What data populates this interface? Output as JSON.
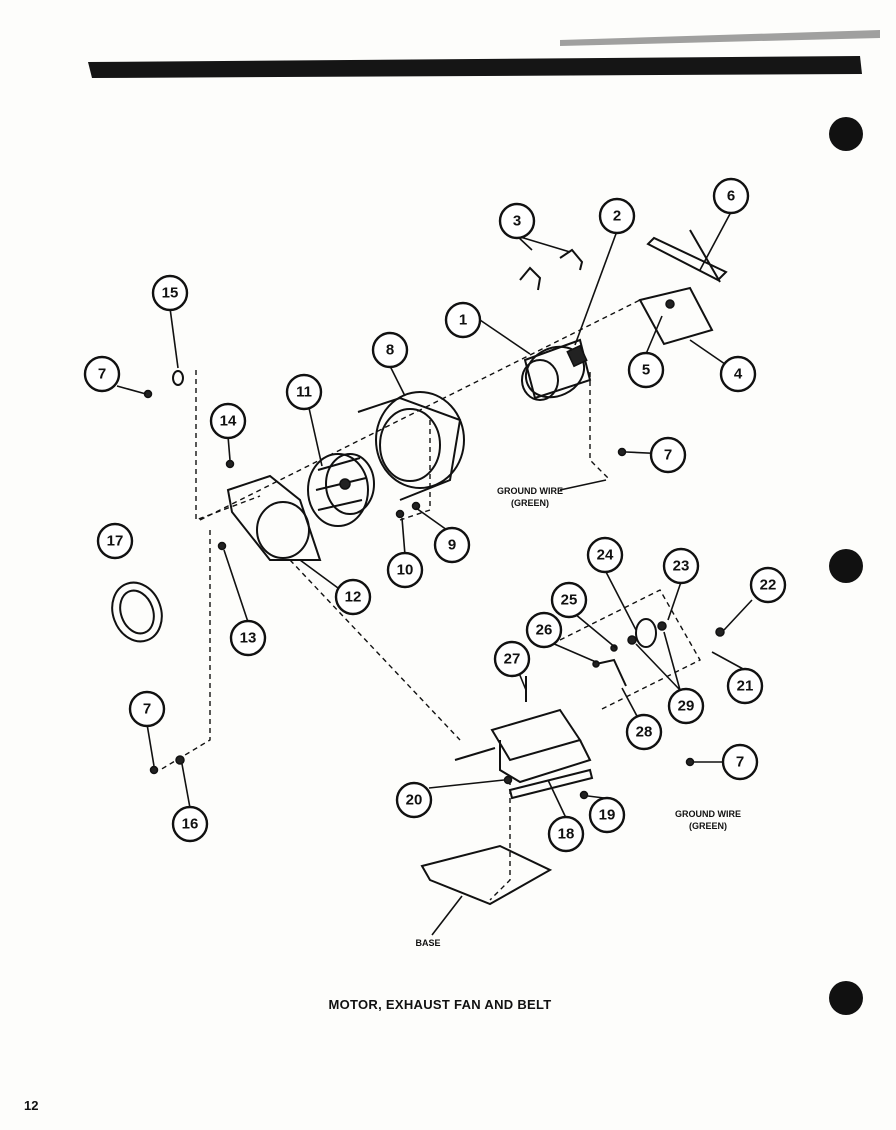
{
  "title": "MOTOR, EXHAUST FAN AND BELT",
  "page_number": "12",
  "notes": {
    "ground_wire_upper_line1": "GROUND WIRE",
    "ground_wire_upper_line2": "(GREEN)",
    "ground_wire_lower_line1": "GROUND WIRE",
    "ground_wire_lower_line2": "(GREEN)",
    "base": "BASE"
  },
  "callouts": {
    "c1": "1",
    "c2": "2",
    "c3": "3",
    "c4": "4",
    "c5": "5",
    "c6": "6",
    "c7a": "7",
    "c7b": "7",
    "c7c": "7",
    "c7d": "7",
    "c8": "8",
    "c9": "9",
    "c10": "10",
    "c11": "11",
    "c12": "12",
    "c13": "13",
    "c14": "14",
    "c15": "15",
    "c16": "16",
    "c17": "17",
    "c18": "18",
    "c19": "19",
    "c20": "20",
    "c21": "21",
    "c22": "22",
    "c23": "23",
    "c24": "24",
    "c25": "25",
    "c26": "26",
    "c27": "27",
    "c28": "28",
    "c29": "29"
  }
}
